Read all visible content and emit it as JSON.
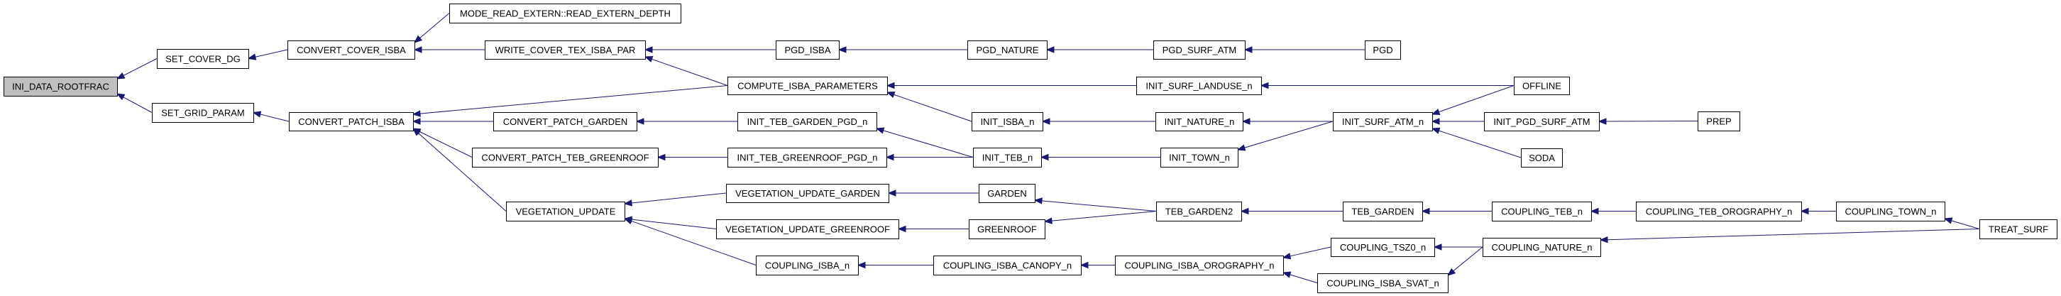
{
  "graph": {
    "title": "INI_DATA_ROOTFRAC caller graph",
    "edge_color": "#191970",
    "root_fill": "#bfbfbf",
    "nodes": [
      {
        "id": "ini_data_rootfrac",
        "label": "INI_DATA_ROOTFRAC",
        "root": true
      },
      {
        "id": "set_cover_dg",
        "label": "SET_COVER_DG"
      },
      {
        "id": "set_grid_param",
        "label": "SET_GRID_PARAM"
      },
      {
        "id": "convert_cover_isba",
        "label": "CONVERT_COVER_ISBA"
      },
      {
        "id": "convert_patch_isba",
        "label": "CONVERT_PATCH_ISBA"
      },
      {
        "id": "mode_read_extern",
        "label": "MODE_READ_EXTERN::READ_EXTERN_DEPTH"
      },
      {
        "id": "write_cover_tex_isba_par",
        "label": "WRITE_COVER_TEX_ISBA_PAR"
      },
      {
        "id": "pgd_isba",
        "label": "PGD_ISBA"
      },
      {
        "id": "pgd_nature",
        "label": "PGD_NATURE"
      },
      {
        "id": "pgd_surf_atm",
        "label": "PGD_SURF_ATM"
      },
      {
        "id": "pgd",
        "label": "PGD"
      },
      {
        "id": "compute_isba_parameters",
        "label": "COMPUTE_ISBA_PARAMETERS"
      },
      {
        "id": "init_surf_landuse_n",
        "label": "INIT_SURF_LANDUSE_n"
      },
      {
        "id": "offline",
        "label": "OFFLINE"
      },
      {
        "id": "convert_patch_garden",
        "label": "CONVERT_PATCH_GARDEN"
      },
      {
        "id": "init_teb_garden_pgd_n",
        "label": "INIT_TEB_GARDEN_PGD_n"
      },
      {
        "id": "init_isba_n",
        "label": "INIT_ISBA_n"
      },
      {
        "id": "init_nature_n",
        "label": "INIT_NATURE_n"
      },
      {
        "id": "init_surf_atm_n",
        "label": "INIT_SURF_ATM_n"
      },
      {
        "id": "init_pgd_surf_atm",
        "label": "INIT_PGD_SURF_ATM"
      },
      {
        "id": "prep",
        "label": "PREP"
      },
      {
        "id": "convert_patch_teb_greenroof",
        "label": "CONVERT_PATCH_TEB_GREENROOF"
      },
      {
        "id": "init_teb_greenroof_pgd_n",
        "label": "INIT_TEB_GREENROOF_PGD_n"
      },
      {
        "id": "init_teb_n",
        "label": "INIT_TEB_n"
      },
      {
        "id": "init_town_n",
        "label": "INIT_TOWN_n"
      },
      {
        "id": "soda",
        "label": "SODA"
      },
      {
        "id": "vegetation_update",
        "label": "VEGETATION_UPDATE"
      },
      {
        "id": "vegetation_update_garden",
        "label": "VEGETATION_UPDATE_GARDEN"
      },
      {
        "id": "garden",
        "label": "GARDEN"
      },
      {
        "id": "vegetation_update_greenroof",
        "label": "VEGETATION_UPDATE_GREENROOF"
      },
      {
        "id": "greenroof",
        "label": "GREENROOF"
      },
      {
        "id": "teb_garden2",
        "label": "TEB_GARDEN2"
      },
      {
        "id": "teb_garden",
        "label": "TEB_GARDEN"
      },
      {
        "id": "coupling_teb_n",
        "label": "COUPLING_TEB_n"
      },
      {
        "id": "coupling_teb_orography_n",
        "label": "COUPLING_TEB_OROGRAPHY_n"
      },
      {
        "id": "coupling_town_n",
        "label": "COUPLING_TOWN_n"
      },
      {
        "id": "treat_surf",
        "label": "TREAT_SURF"
      },
      {
        "id": "coupling_isba_n",
        "label": "COUPLING_ISBA_n"
      },
      {
        "id": "coupling_isba_canopy_n",
        "label": "COUPLING_ISBA_CANOPY_n"
      },
      {
        "id": "coupling_isba_orography_n",
        "label": "COUPLING_ISBA_OROGRAPHY_n"
      },
      {
        "id": "coupling_tsz0_n",
        "label": "COUPLING_TSZ0_n"
      },
      {
        "id": "coupling_isba_svat_n",
        "label": "COUPLING_ISBA_SVAT_n"
      },
      {
        "id": "coupling_nature_n",
        "label": "COUPLING_NATURE_n"
      }
    ],
    "edges": [
      {
        "from": "set_cover_dg",
        "to": "ini_data_rootfrac"
      },
      {
        "from": "set_grid_param",
        "to": "ini_data_rootfrac"
      },
      {
        "from": "convert_cover_isba",
        "to": "set_cover_dg"
      },
      {
        "from": "convert_patch_isba",
        "to": "set_grid_param"
      },
      {
        "from": "mode_read_extern",
        "to": "convert_cover_isba"
      },
      {
        "from": "write_cover_tex_isba_par",
        "to": "convert_cover_isba"
      },
      {
        "from": "pgd_isba",
        "to": "write_cover_tex_isba_par"
      },
      {
        "from": "compute_isba_parameters",
        "to": "write_cover_tex_isba_par"
      },
      {
        "from": "pgd_nature",
        "to": "pgd_isba"
      },
      {
        "from": "pgd_surf_atm",
        "to": "pgd_nature"
      },
      {
        "from": "pgd",
        "to": "pgd_surf_atm"
      },
      {
        "from": "compute_isba_parameters",
        "to": "convert_patch_isba"
      },
      {
        "from": "convert_patch_garden",
        "to": "convert_patch_isba"
      },
      {
        "from": "convert_patch_teb_greenroof",
        "to": "convert_patch_isba"
      },
      {
        "from": "vegetation_update",
        "to": "convert_patch_isba"
      },
      {
        "from": "init_surf_landuse_n",
        "to": "compute_isba_parameters"
      },
      {
        "from": "init_isba_n",
        "to": "compute_isba_parameters"
      },
      {
        "from": "offline",
        "to": "init_surf_landuse_n"
      },
      {
        "from": "init_teb_garden_pgd_n",
        "to": "convert_patch_garden"
      },
      {
        "from": "init_teb_n",
        "to": "init_teb_garden_pgd_n"
      },
      {
        "from": "init_nature_n",
        "to": "init_isba_n"
      },
      {
        "from": "init_surf_atm_n",
        "to": "init_nature_n"
      },
      {
        "from": "offline",
        "to": "init_surf_atm_n"
      },
      {
        "from": "init_pgd_surf_atm",
        "to": "init_surf_atm_n"
      },
      {
        "from": "soda",
        "to": "init_surf_atm_n"
      },
      {
        "from": "prep",
        "to": "init_pgd_surf_atm"
      },
      {
        "from": "init_teb_greenroof_pgd_n",
        "to": "convert_patch_teb_greenroof"
      },
      {
        "from": "init_teb_n",
        "to": "init_teb_greenroof_pgd_n"
      },
      {
        "from": "init_town_n",
        "to": "init_teb_n"
      },
      {
        "from": "init_surf_atm_n",
        "to": "init_town_n"
      },
      {
        "from": "vegetation_update_garden",
        "to": "vegetation_update"
      },
      {
        "from": "vegetation_update_greenroof",
        "to": "vegetation_update"
      },
      {
        "from": "coupling_isba_n",
        "to": "vegetation_update"
      },
      {
        "from": "garden",
        "to": "vegetation_update_garden"
      },
      {
        "from": "greenroof",
        "to": "vegetation_update_greenroof"
      },
      {
        "from": "teb_garden2",
        "to": "garden"
      },
      {
        "from": "teb_garden2",
        "to": "greenroof"
      },
      {
        "from": "teb_garden",
        "to": "teb_garden2"
      },
      {
        "from": "coupling_teb_n",
        "to": "teb_garden"
      },
      {
        "from": "coupling_teb_orography_n",
        "to": "coupling_teb_n"
      },
      {
        "from": "coupling_town_n",
        "to": "coupling_teb_orography_n"
      },
      {
        "from": "treat_surf",
        "to": "coupling_town_n"
      },
      {
        "from": "coupling_isba_canopy_n",
        "to": "coupling_isba_n"
      },
      {
        "from": "coupling_isba_orography_n",
        "to": "coupling_isba_canopy_n"
      },
      {
        "from": "coupling_tsz0_n",
        "to": "coupling_isba_orography_n"
      },
      {
        "from": "coupling_isba_svat_n",
        "to": "coupling_isba_orography_n"
      },
      {
        "from": "coupling_nature_n",
        "to": "coupling_tsz0_n"
      },
      {
        "from": "coupling_nature_n",
        "to": "coupling_isba_svat_n"
      },
      {
        "from": "treat_surf",
        "to": "coupling_nature_n"
      }
    ]
  }
}
